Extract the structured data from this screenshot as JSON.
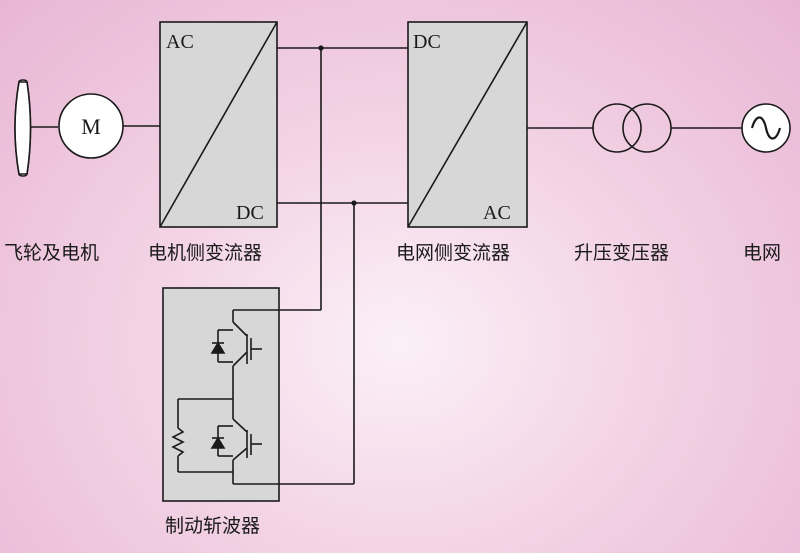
{
  "labels": {
    "flywheel_motor": "飞轮及电机",
    "motor_converter": "电机侧变流器",
    "grid_converter": "电网侧变流器",
    "step_up_transformer": "升压变压器",
    "grid": "电网",
    "brake_chopper": "制动斩波器"
  },
  "motor_symbol": "M",
  "motor_converter": {
    "top_label": "AC",
    "bottom_label": "DC"
  },
  "grid_converter": {
    "top_label": "DC",
    "bottom_label": "AC"
  }
}
